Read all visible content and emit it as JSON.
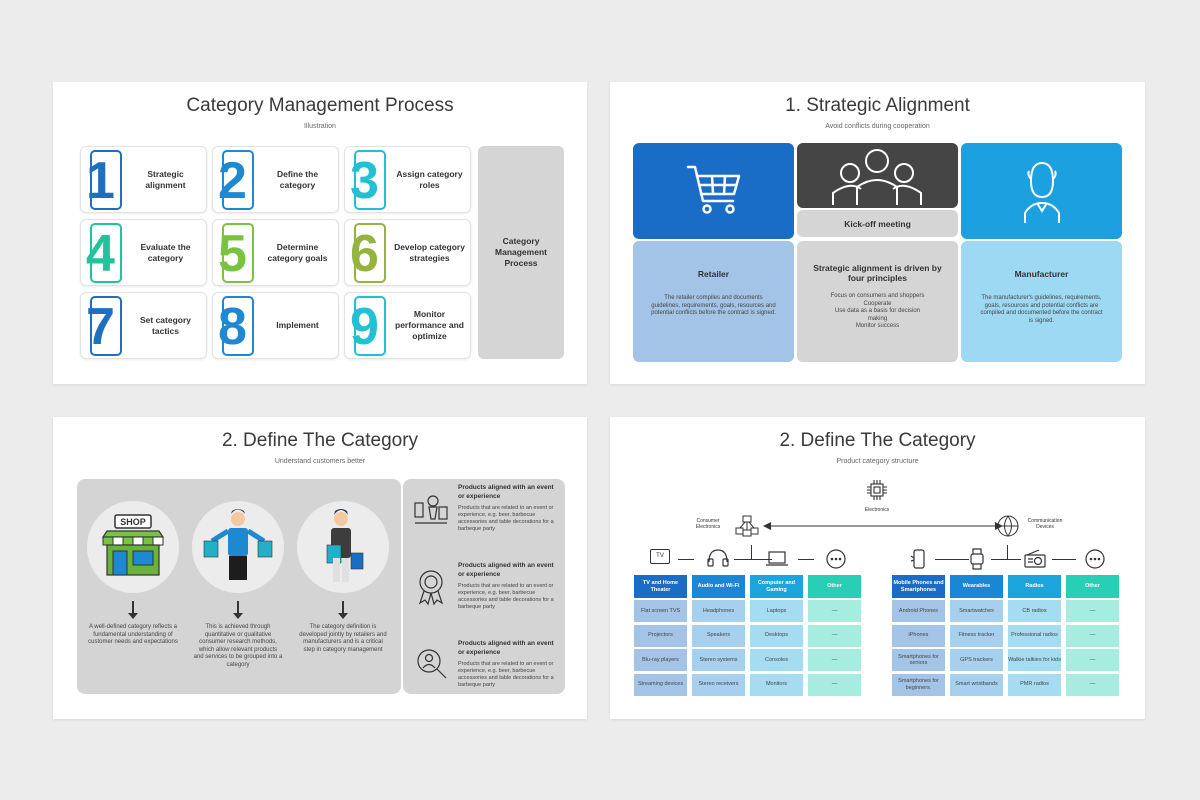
{
  "slide1": {
    "title": "Category Management Process",
    "subtitle": "Illustration",
    "steps": [
      {
        "num": "1",
        "label": "Strategic alignment",
        "color": "#1f6fc0"
      },
      {
        "num": "2",
        "label": "Define the category",
        "color": "#1e88d1"
      },
      {
        "num": "3",
        "label": "Assign category roles",
        "color": "#22c0d3"
      },
      {
        "num": "4",
        "label": "Evaluate the category",
        "color": "#21c39a"
      },
      {
        "num": "5",
        "label": "Determine category goals",
        "color": "#78c441"
      },
      {
        "num": "6",
        "label": "Develop category strategies",
        "color": "#94b43e"
      },
      {
        "num": "7",
        "label": "Set category tactics",
        "color": "#1f6fc0"
      },
      {
        "num": "8",
        "label": "Implement",
        "color": "#1e88d1"
      },
      {
        "num": "9",
        "label": "Monitor performance and optimize",
        "color": "#22c0d3"
      }
    ],
    "summary": "Category Management Process"
  },
  "slide2": {
    "title": "1. Strategic Alignment",
    "subtitle": "Avoid conflicts during cooperation",
    "kickoff": "Kick-off meeting",
    "retailer": {
      "heading": "Retailer",
      "text": "The retailer compiles and documents guidelines, requirements, goals, resources and potential conflicts before the contract is signed."
    },
    "middle": {
      "heading": "Strategic alignment is driven by four principles",
      "lines": [
        "Focus on consumers and shoppers",
        "Cooperate",
        "Use data as a basis for decision making",
        "Monitor success"
      ]
    },
    "manufacturer": {
      "heading": "Manufacturer",
      "text": "The manufacturer's guidelines, requirements, goals, resources and potential conflicts are compiled and documented before the contract is signed."
    },
    "colors": {
      "blue_dark": "#1a6dc7",
      "blue_light": "#1ca0e0",
      "grey_dark": "#454545",
      "retailer_bg": "#a3c4e6",
      "manufacturer_bg": "#9dd9f3",
      "grey_bg": "#d5d5d5"
    }
  },
  "slide3": {
    "title": "2. Define The Category",
    "subtitle": "Understand customers better",
    "shop_sign": "SHOP",
    "texts": [
      "A well-defined category reflects a fundamental understanding of customer needs and expectations",
      "This is achieved through quantitative or qualitative consumer research methods, which allow relevant products and services to be grouped into a category",
      "The category definition is developed jointly by retailers and manufacturers and is a critical step in category management"
    ],
    "items": [
      {
        "title": "Products aligned with an event or experience",
        "text": "Products that are related to an event or experience, e.g. beer, barbecue accessories and table decorations for a barbeque party"
      },
      {
        "title": "Products aligned with an event or experience",
        "text": "Products that are related to an event or experience, e.g. beer, barbecue accessories and table decorations for a barbeque party"
      },
      {
        "title": "Products aligned with an event or experience",
        "text": "Products that are related to an event or experience, e.g. beer, barbecue accessories and table decorations for a barbeque party"
      }
    ]
  },
  "slide4": {
    "title": "2. Define The Category",
    "subtitle": "Product category structure",
    "root": "Electronics",
    "left_group": "Consumer Electronics",
    "right_group": "Communication Devices",
    "tv_label": "TV",
    "columns": [
      {
        "head": "TV and Home Theater",
        "color": "#1a6dc7",
        "cell_bg": "#a3c4e6",
        "cells": [
          "Flat screen TVS",
          "Projectors",
          "Blu-ray players",
          "Streaming devices"
        ]
      },
      {
        "head": "Audio and Wi-Fi",
        "color": "#1a86d6",
        "cell_bg": "#a7d0ee",
        "cells": [
          "Headphones",
          "Speakers",
          "Stereo systems",
          "Stereo receivers"
        ]
      },
      {
        "head": "Computer and Gaming",
        "color": "#1ca5dc",
        "cell_bg": "#a6dcf1",
        "cells": [
          "Laptops",
          "Desktops",
          "Consoles",
          "Monitors"
        ]
      },
      {
        "head": "Other",
        "color": "#28cfb4",
        "cell_bg": "#a6ecdf",
        "cells": [
          "—",
          "—",
          "—",
          "—"
        ]
      },
      {
        "head": "Mobile Phones and Smartphones",
        "color": "#1a6dc7",
        "cell_bg": "#a3c4e6",
        "cells": [
          "Android Phones",
          "iPhones",
          "Smartphones for seniors",
          "Smartphones for beginners."
        ]
      },
      {
        "head": "Wearables",
        "color": "#1a86d6",
        "cell_bg": "#a7d0ee",
        "cells": [
          "Smartwatches",
          "Fitness tracker",
          "GPS trackers",
          "Smart wristbands"
        ]
      },
      {
        "head": "Radios",
        "color": "#1ca5dc",
        "cell_bg": "#a6dcf1",
        "cells": [
          "CB radios",
          "Professional radios",
          "Walkie talkies for kids",
          "PMR radios"
        ]
      },
      {
        "head": "Other",
        "color": "#28cfb4",
        "cell_bg": "#a6ecdf",
        "cells": [
          "—",
          "—",
          "—",
          "—"
        ]
      }
    ]
  }
}
